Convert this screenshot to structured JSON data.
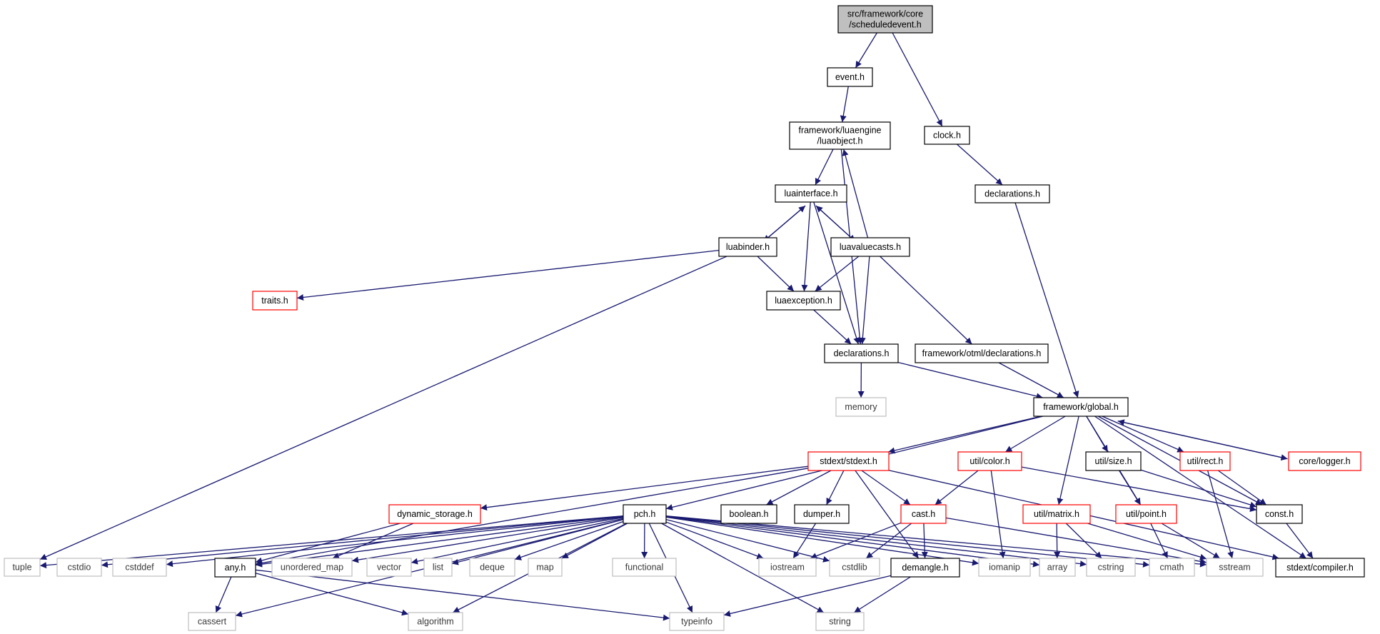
{
  "colors": {
    "edge": "#191970",
    "border_black": "#000000",
    "border_red": "#ff0000",
    "border_gray": "#bfbfbf",
    "root_fill": "#bfbfbf",
    "fill": "#ffffff"
  },
  "nodes": [
    {
      "id": "root",
      "lines": [
        "src/framework/core",
        "/scheduledevent.h"
      ],
      "style": "root"
    },
    {
      "id": "event",
      "lines": [
        "event.h"
      ],
      "style": "black"
    },
    {
      "id": "clock",
      "lines": [
        "clock.h"
      ],
      "style": "black"
    },
    {
      "id": "luaobject",
      "lines": [
        "framework/luaengine",
        "/luaobject.h"
      ],
      "style": "black"
    },
    {
      "id": "declclock",
      "lines": [
        "declarations.h"
      ],
      "style": "black"
    },
    {
      "id": "luainterface",
      "lines": [
        "luainterface.h"
      ],
      "style": "black"
    },
    {
      "id": "luabinder",
      "lines": [
        "luabinder.h"
      ],
      "style": "black"
    },
    {
      "id": "luavaluecasts",
      "lines": [
        "luavaluecasts.h"
      ],
      "style": "black"
    },
    {
      "id": "traits",
      "lines": [
        "traits.h"
      ],
      "style": "red"
    },
    {
      "id": "luaexception",
      "lines": [
        "luaexception.h"
      ],
      "style": "black"
    },
    {
      "id": "decl",
      "lines": [
        "declarations.h"
      ],
      "style": "black"
    },
    {
      "id": "otmldecl",
      "lines": [
        "framework/otml/declarations.h"
      ],
      "style": "black"
    },
    {
      "id": "memory",
      "lines": [
        "memory"
      ],
      "style": "gray"
    },
    {
      "id": "global",
      "lines": [
        "framework/global.h"
      ],
      "style": "black"
    },
    {
      "id": "stdext",
      "lines": [
        "stdext/stdext.h"
      ],
      "style": "red"
    },
    {
      "id": "color",
      "lines": [
        "util/color.h"
      ],
      "style": "red"
    },
    {
      "id": "size",
      "lines": [
        "util/size.h"
      ],
      "style": "black"
    },
    {
      "id": "rect",
      "lines": [
        "util/rect.h"
      ],
      "style": "red"
    },
    {
      "id": "logger",
      "lines": [
        "core/logger.h"
      ],
      "style": "red"
    },
    {
      "id": "dynstorage",
      "lines": [
        "dynamic_storage.h"
      ],
      "style": "red"
    },
    {
      "id": "pch",
      "lines": [
        "pch.h"
      ],
      "style": "black"
    },
    {
      "id": "boolean",
      "lines": [
        "boolean.h"
      ],
      "style": "black"
    },
    {
      "id": "dumper",
      "lines": [
        "dumper.h"
      ],
      "style": "black"
    },
    {
      "id": "cast",
      "lines": [
        "cast.h"
      ],
      "style": "red"
    },
    {
      "id": "matrix",
      "lines": [
        "util/matrix.h"
      ],
      "style": "red"
    },
    {
      "id": "point",
      "lines": [
        "util/point.h"
      ],
      "style": "red"
    },
    {
      "id": "const",
      "lines": [
        "const.h"
      ],
      "style": "black"
    },
    {
      "id": "tuple",
      "lines": [
        "tuple"
      ],
      "style": "gray"
    },
    {
      "id": "cstdio",
      "lines": [
        "cstdio"
      ],
      "style": "gray"
    },
    {
      "id": "cstddef",
      "lines": [
        "cstddef"
      ],
      "style": "gray"
    },
    {
      "id": "any",
      "lines": [
        "any.h"
      ],
      "style": "black"
    },
    {
      "id": "unordered_map",
      "lines": [
        "unordered_map"
      ],
      "style": "gray"
    },
    {
      "id": "vector",
      "lines": [
        "vector"
      ],
      "style": "gray"
    },
    {
      "id": "list",
      "lines": [
        "list"
      ],
      "style": "gray"
    },
    {
      "id": "deque",
      "lines": [
        "deque"
      ],
      "style": "gray"
    },
    {
      "id": "map",
      "lines": [
        "map"
      ],
      "style": "gray"
    },
    {
      "id": "functional",
      "lines": [
        "functional"
      ],
      "style": "gray"
    },
    {
      "id": "iostream",
      "lines": [
        "iostream"
      ],
      "style": "gray"
    },
    {
      "id": "cstdlib",
      "lines": [
        "cstdlib"
      ],
      "style": "gray"
    },
    {
      "id": "demangle",
      "lines": [
        "demangle.h"
      ],
      "style": "black"
    },
    {
      "id": "iomanip",
      "lines": [
        "iomanip"
      ],
      "style": "gray"
    },
    {
      "id": "array",
      "lines": [
        "array"
      ],
      "style": "gray"
    },
    {
      "id": "cstring",
      "lines": [
        "cstring"
      ],
      "style": "gray"
    },
    {
      "id": "cmath",
      "lines": [
        "cmath"
      ],
      "style": "gray"
    },
    {
      "id": "sstream",
      "lines": [
        "sstream"
      ],
      "style": "gray"
    },
    {
      "id": "compiler",
      "lines": [
        "stdext/compiler.h"
      ],
      "style": "black"
    },
    {
      "id": "cassert",
      "lines": [
        "cassert"
      ],
      "style": "gray"
    },
    {
      "id": "algorithm",
      "lines": [
        "algorithm"
      ],
      "style": "gray"
    },
    {
      "id": "typeinfo",
      "lines": [
        "typeinfo"
      ],
      "style": "gray"
    },
    {
      "id": "string",
      "lines": [
        "string"
      ],
      "style": "gray"
    }
  ],
  "edges": [
    [
      "root",
      "event"
    ],
    [
      "root",
      "clock"
    ],
    [
      "event",
      "luaobject"
    ],
    [
      "luaobject",
      "luainterface"
    ],
    [
      "luaobject",
      "decl"
    ],
    [
      "clock",
      "declclock"
    ],
    [
      "declclock",
      "global"
    ],
    [
      "luainterface",
      "luabinder"
    ],
    [
      "luabinder",
      "luainterface"
    ],
    [
      "luainterface",
      "luavaluecasts"
    ],
    [
      "luavaluecasts",
      "luainterface"
    ],
    [
      "luainterface",
      "luaexception"
    ],
    [
      "luainterface",
      "decl"
    ],
    [
      "luavaluecasts",
      "luaobject"
    ],
    [
      "luabinder",
      "traits"
    ],
    [
      "luabinder",
      "luaexception"
    ],
    [
      "luabinder",
      "tuple"
    ],
    [
      "luavaluecasts",
      "luaexception"
    ],
    [
      "luavaluecasts",
      "decl"
    ],
    [
      "luavaluecasts",
      "otmldecl"
    ],
    [
      "luaexception",
      "decl"
    ],
    [
      "decl",
      "memory"
    ],
    [
      "decl",
      "global"
    ],
    [
      "otmldecl",
      "global"
    ],
    [
      "global",
      "pch"
    ],
    [
      "global",
      "stdext"
    ],
    [
      "global",
      "color"
    ],
    [
      "global",
      "matrix"
    ],
    [
      "global",
      "point"
    ],
    [
      "global",
      "size"
    ],
    [
      "global",
      "rect"
    ],
    [
      "global",
      "logger"
    ],
    [
      "logger",
      "global"
    ],
    [
      "global",
      "const"
    ],
    [
      "global",
      "compiler"
    ],
    [
      "stdext",
      "dynstorage"
    ],
    [
      "stdext",
      "any"
    ],
    [
      "stdext",
      "boolean"
    ],
    [
      "stdext",
      "dumper"
    ],
    [
      "stdext",
      "cast"
    ],
    [
      "stdext",
      "demangle"
    ],
    [
      "stdext",
      "compiler"
    ],
    [
      "color",
      "cast"
    ],
    [
      "color",
      "iomanip"
    ],
    [
      "color",
      "const"
    ],
    [
      "size",
      "point"
    ],
    [
      "size",
      "const"
    ],
    [
      "rect",
      "const"
    ],
    [
      "rect",
      "sstream"
    ],
    [
      "matrix",
      "array"
    ],
    [
      "matrix",
      "cstring"
    ],
    [
      "matrix",
      "sstream"
    ],
    [
      "point",
      "cmath"
    ],
    [
      "point",
      "sstream"
    ],
    [
      "const",
      "compiler"
    ],
    [
      "dynstorage",
      "any"
    ],
    [
      "dynstorage",
      "unordered_map"
    ],
    [
      "dumper",
      "iostream"
    ],
    [
      "cast",
      "demangle"
    ],
    [
      "cast",
      "iostream"
    ],
    [
      "cast",
      "cstdlib"
    ],
    [
      "cast",
      "sstream"
    ],
    [
      "pch",
      "tuple"
    ],
    [
      "pch",
      "cstdio"
    ],
    [
      "pch",
      "cstddef"
    ],
    [
      "pch",
      "any"
    ],
    [
      "pch",
      "cassert"
    ],
    [
      "pch",
      "unordered_map"
    ],
    [
      "pch",
      "vector"
    ],
    [
      "pch",
      "list"
    ],
    [
      "pch",
      "deque"
    ],
    [
      "pch",
      "map"
    ],
    [
      "pch",
      "functional"
    ],
    [
      "pch",
      "algorithm"
    ],
    [
      "pch",
      "typeinfo"
    ],
    [
      "pch",
      "string"
    ],
    [
      "pch",
      "iostream"
    ],
    [
      "pch",
      "cstdlib"
    ],
    [
      "pch",
      "iomanip"
    ],
    [
      "pch",
      "array"
    ],
    [
      "pch",
      "cstring"
    ],
    [
      "pch",
      "cmath"
    ],
    [
      "pch",
      "sstream"
    ],
    [
      "any",
      "cassert"
    ],
    [
      "any",
      "algorithm"
    ],
    [
      "any",
      "typeinfo"
    ],
    [
      "demangle",
      "typeinfo"
    ],
    [
      "demangle",
      "string"
    ]
  ]
}
